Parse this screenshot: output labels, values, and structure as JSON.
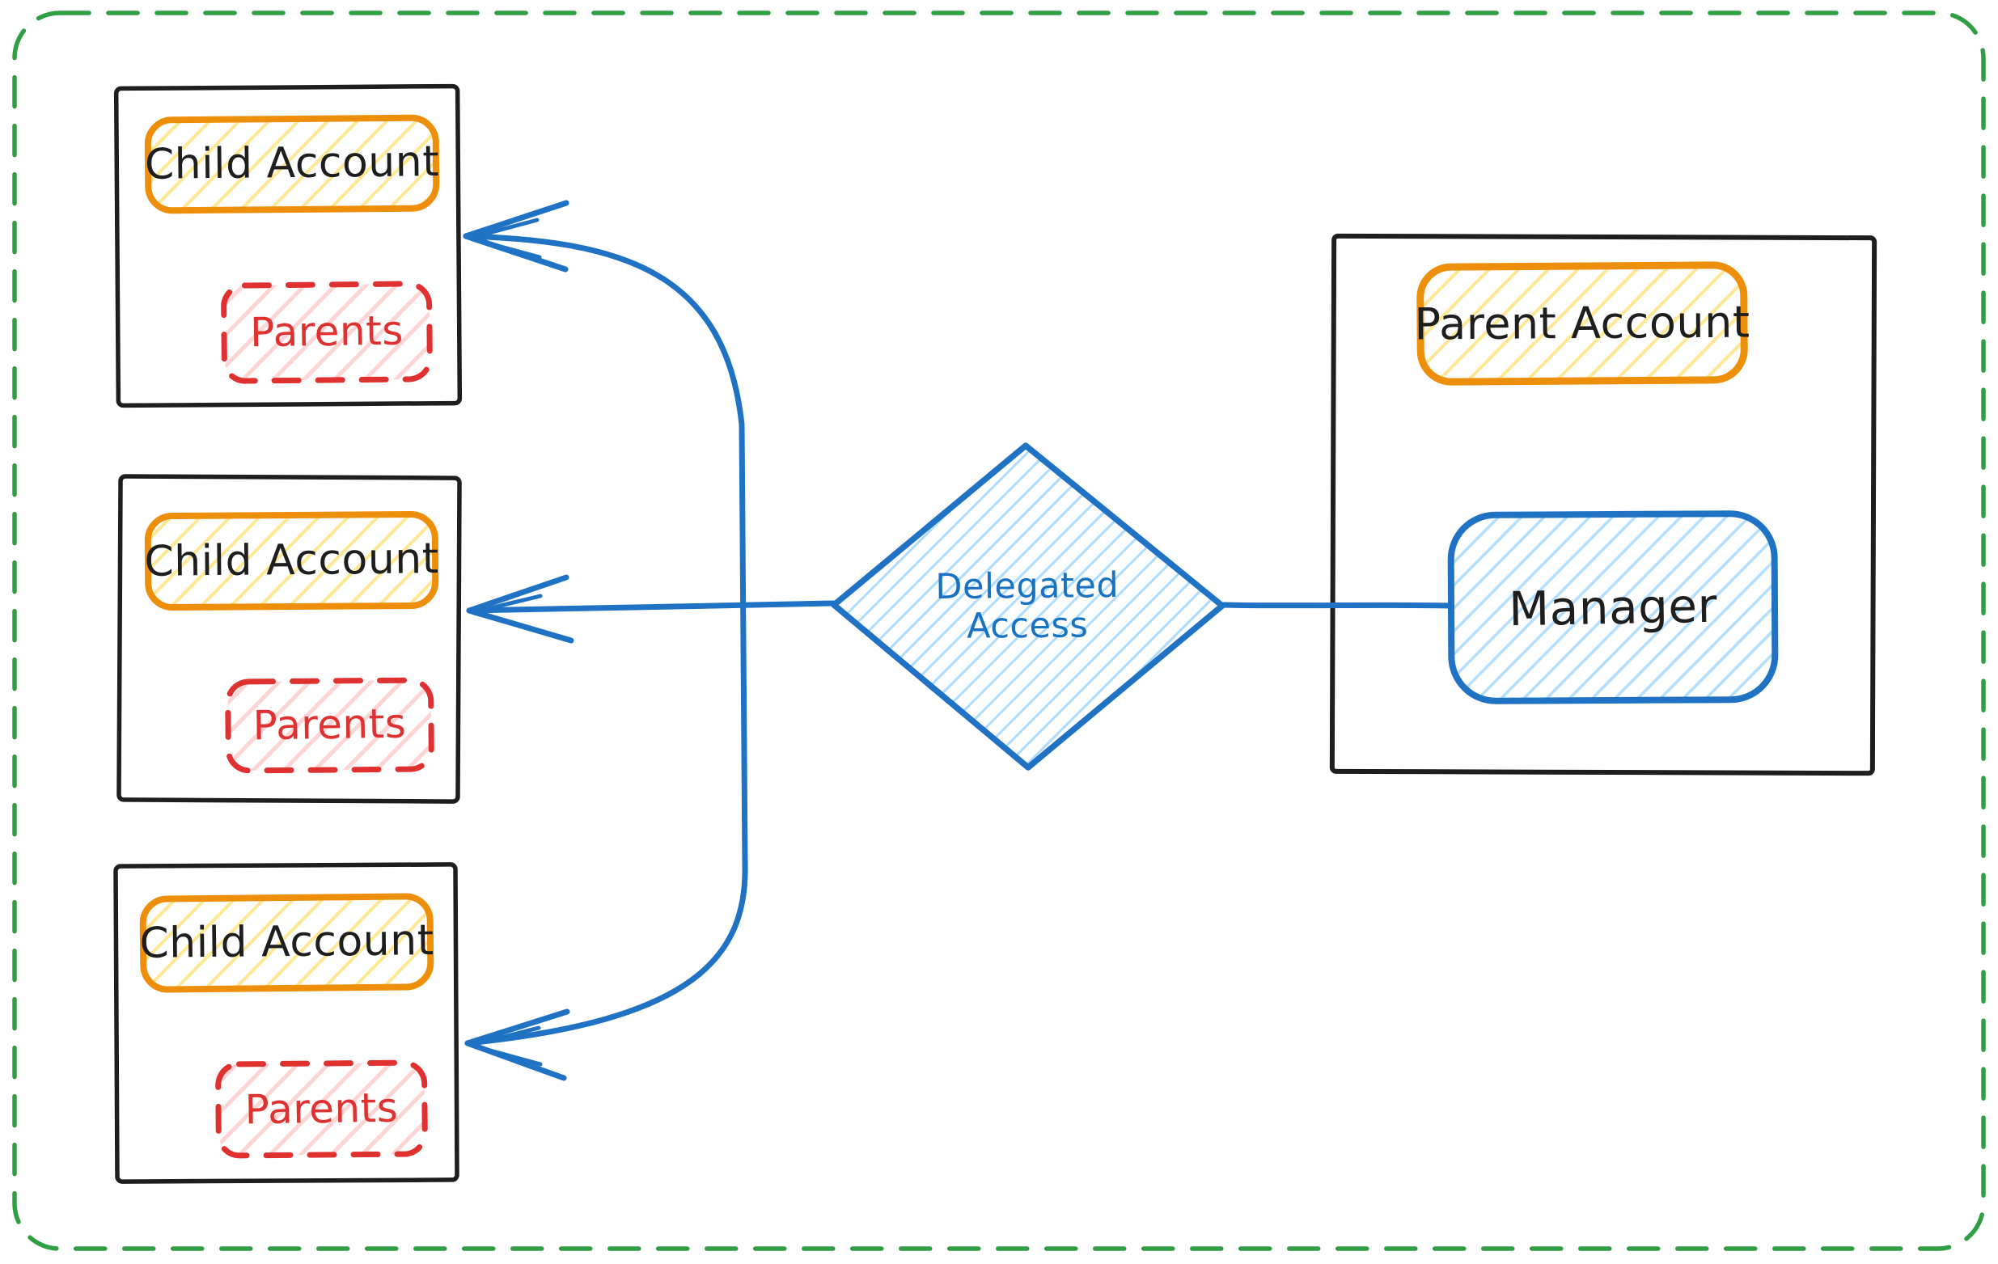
{
  "title": "Delegated Access diagram",
  "colors": {
    "border_green": "#2f9e44",
    "ink_black": "#1e1e1e",
    "orange_stroke": "#ee8f0c",
    "orange_hatch": "#ffd43b",
    "red_stroke": "#e03131",
    "red_hatch": "#ffc9c9",
    "blue_stroke": "#1f72c4",
    "blue_hatch": "#a5d8ff",
    "white": "#ffffff"
  },
  "child_accounts": [
    {
      "title": "Child Account",
      "subgroup": "Parents"
    },
    {
      "title": "Child Account",
      "subgroup": "Parents"
    },
    {
      "title": "Child Account",
      "subgroup": "Parents"
    }
  ],
  "parent_account": {
    "title": "Parent Account",
    "member": "Manager"
  },
  "decision": {
    "line1": "Delegated",
    "line2": "Access"
  }
}
